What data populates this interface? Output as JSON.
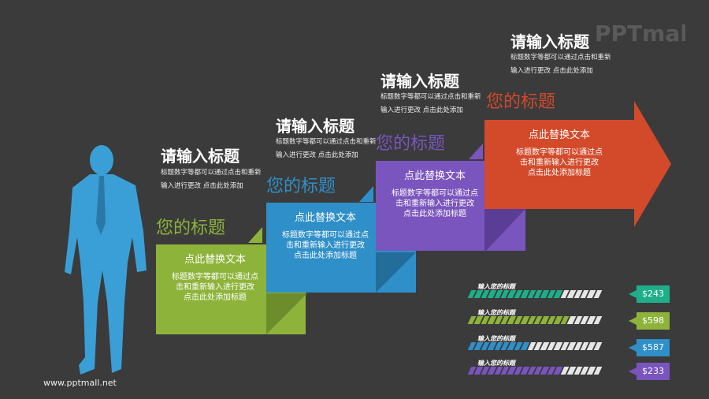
{
  "logo": "PPTmall",
  "website": "www.pptmall.net",
  "steps": [
    {
      "heading": "请输入标题",
      "desc": "标题数字等都可以通过点击和重新输入进行更改 点击此处添加",
      "subtitle": "您的标题",
      "box_title": "点此替换文本",
      "box_text": "标题数字等都可以通过点击和重新输入进行更改 点击此处添加标题",
      "color": "#8db33a"
    },
    {
      "heading": "请输入标题",
      "desc": "标题数字等都可以通过点击和重新输入进行更改 点击此处添加",
      "subtitle": "您的标题",
      "box_title": "点此替换文本",
      "box_text": "标题数字等都可以通过点击和重新输入进行更改 点击此处添加标题",
      "color": "#2f8fc9"
    },
    {
      "heading": "请输入标题",
      "desc": "标题数字等都可以通过点击和重新输入进行更改 点击此处添加",
      "subtitle": "您的标题",
      "box_title": "点此替换文本",
      "box_text": "标题数字等都可以通过点击和重新输入进行更改 点击此处添加标题",
      "color": "#7a55bd"
    },
    {
      "heading": "请输入标题",
      "desc": "标题数字等都可以通过点击和重新输入进行更改 点击此处添加",
      "subtitle": "您的标题",
      "box_title": "点此替换文本",
      "box_text": "标题数字等都可以通过点击和重新输入进行更改 点击此处添加标题",
      "color": "#d24a2a"
    }
  ],
  "bars": [
    {
      "label": "输入您的标题",
      "value": "$243",
      "progress": 0.7,
      "color": "#1fae8a"
    },
    {
      "label": "输入您的标题",
      "value": "$598",
      "progress": 0.75,
      "color": "#8db33a"
    },
    {
      "label": "输入您的标题",
      "value": "$587",
      "progress": 0.45,
      "color": "#2f8fc9"
    },
    {
      "label": "输入您的标题",
      "value": "$233",
      "progress": 0.72,
      "color": "#7a55bd"
    }
  ],
  "icons": {
    "person": "businessman-silhouette-icon",
    "logo": "pptmall-logo"
  }
}
